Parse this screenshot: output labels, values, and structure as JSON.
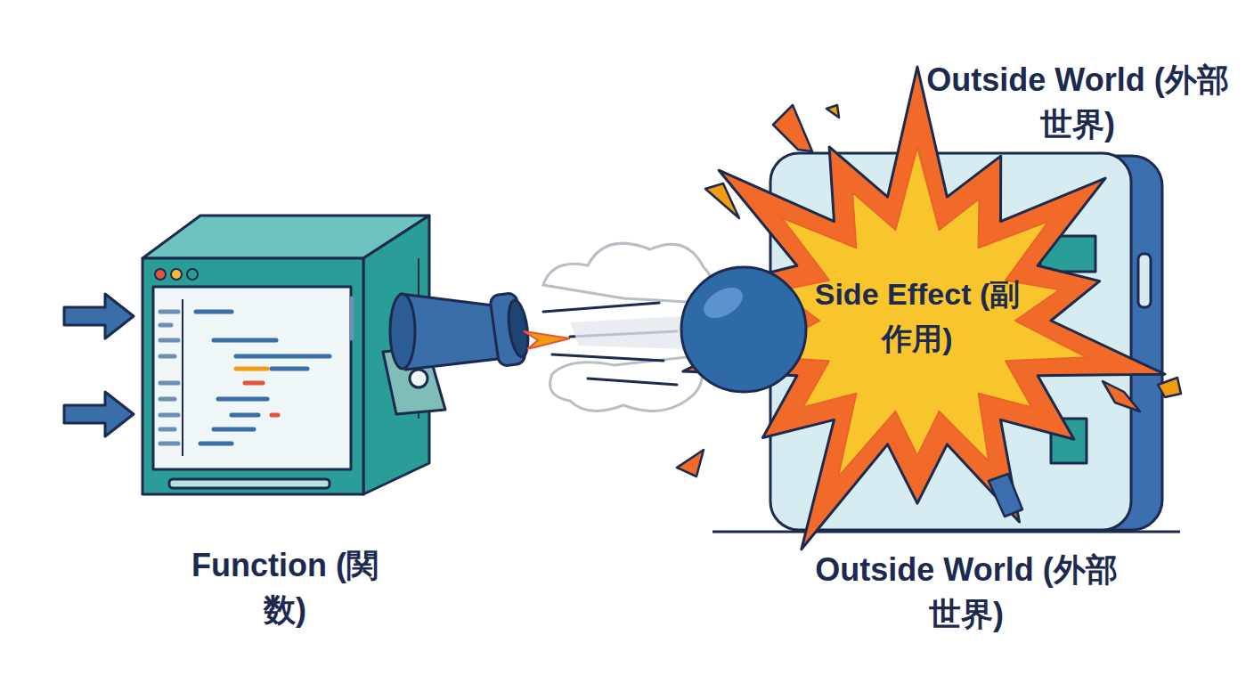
{
  "diagram": {
    "nodes": [
      {
        "text": [
          "Function (関数)"
        ]
      },
      {
        "text": [
          "Outside World (外部世界)",
          "Outside World (外部世界)"
        ]
      },
      {
        "text": [
          "Side Effect (副作用)"
        ]
      }
    ]
  }
}
